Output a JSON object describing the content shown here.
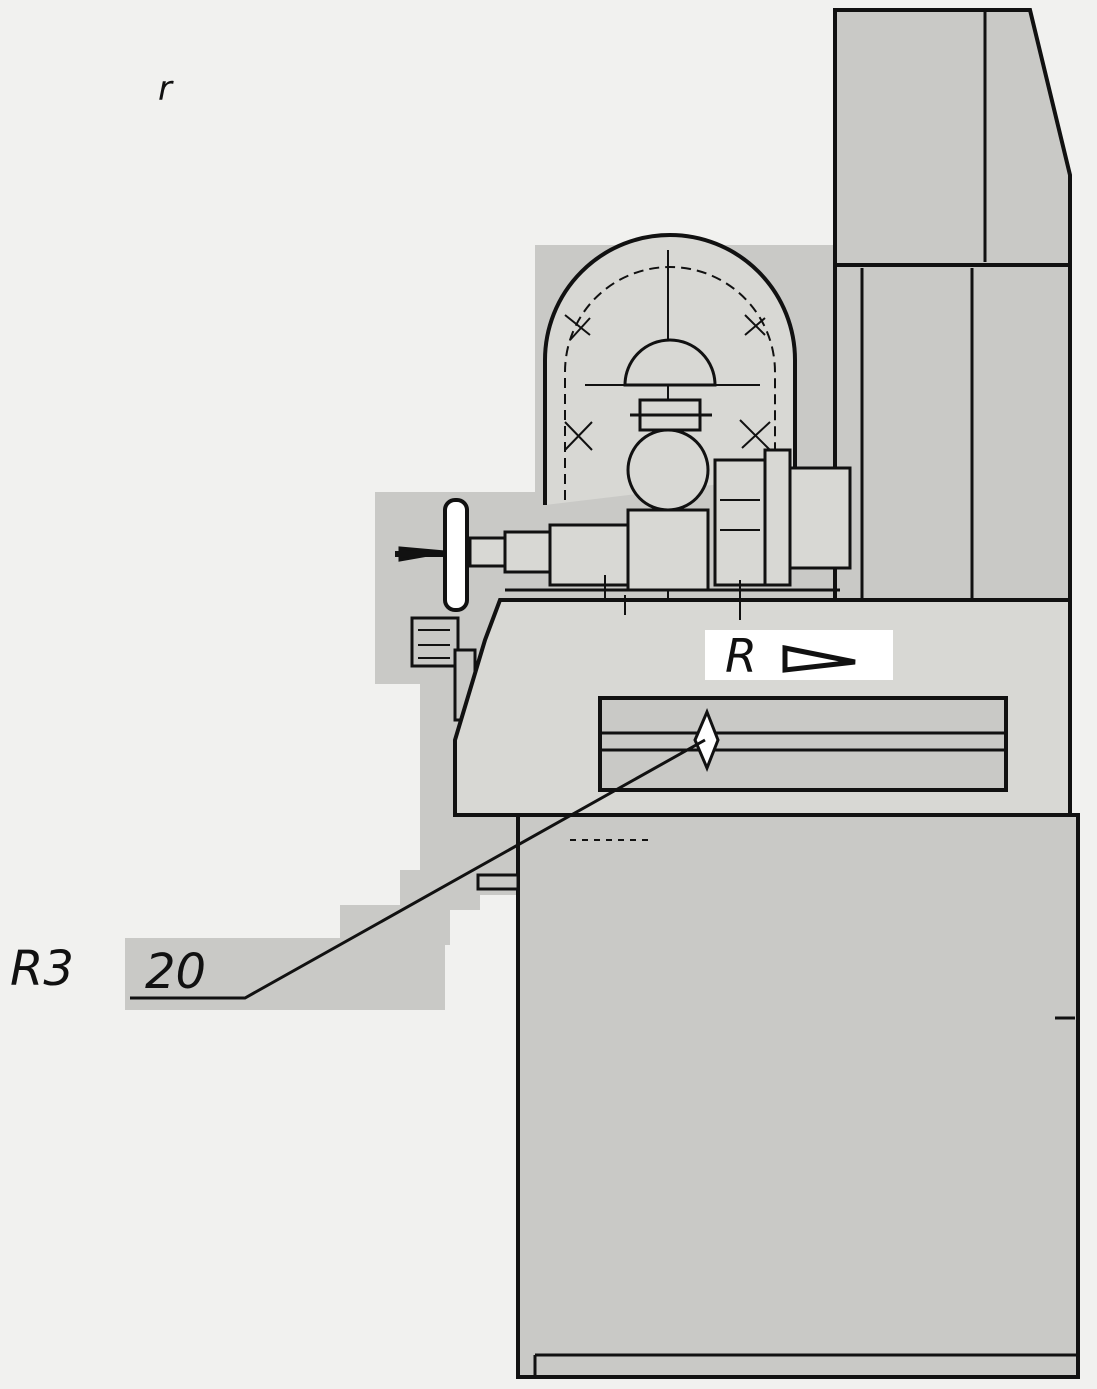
{
  "diagram": {
    "labels": {
      "part_r3": "R3",
      "part_20": "20",
      "part_r": "R",
      "stray_mark": "r"
    },
    "colors": {
      "paper": "#f1f1ef",
      "ink": "#111111",
      "tone": "#c9c9c6",
      "tone_light": "#d8d8d4",
      "label_box": "#ffffff"
    }
  }
}
